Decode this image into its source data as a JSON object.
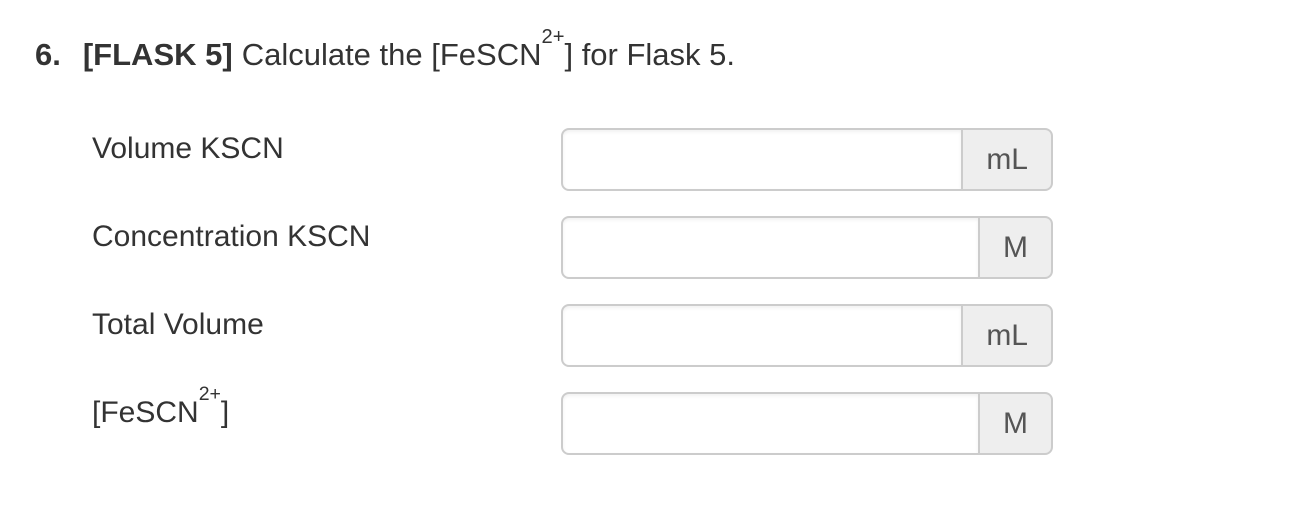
{
  "question": {
    "number": "6.",
    "flask_tag": "[FLASK 5]",
    "text_before_sup": "Calculate the [FeSCN",
    "superscript": "2+",
    "text_after_sup": "] for Flask 5."
  },
  "form": {
    "rows": [
      {
        "label": "Volume KSCN",
        "label_sup": "",
        "label_end": "",
        "value": "",
        "unit": "mL"
      },
      {
        "label": "Concentration KSCN",
        "label_sup": "",
        "label_end": "",
        "value": "",
        "unit": "M"
      },
      {
        "label": "Total Volume",
        "label_sup": "",
        "label_end": "",
        "value": "",
        "unit": "mL"
      },
      {
        "label": "[FeSCN",
        "label_sup": "2+",
        "label_end": "]",
        "value": "",
        "unit": "M"
      }
    ]
  },
  "colors": {
    "page_bg": "#ffffff",
    "text": "#333333",
    "border": "#cccccc",
    "addon_bg": "#eeeeee",
    "addon_text": "#555555"
  }
}
